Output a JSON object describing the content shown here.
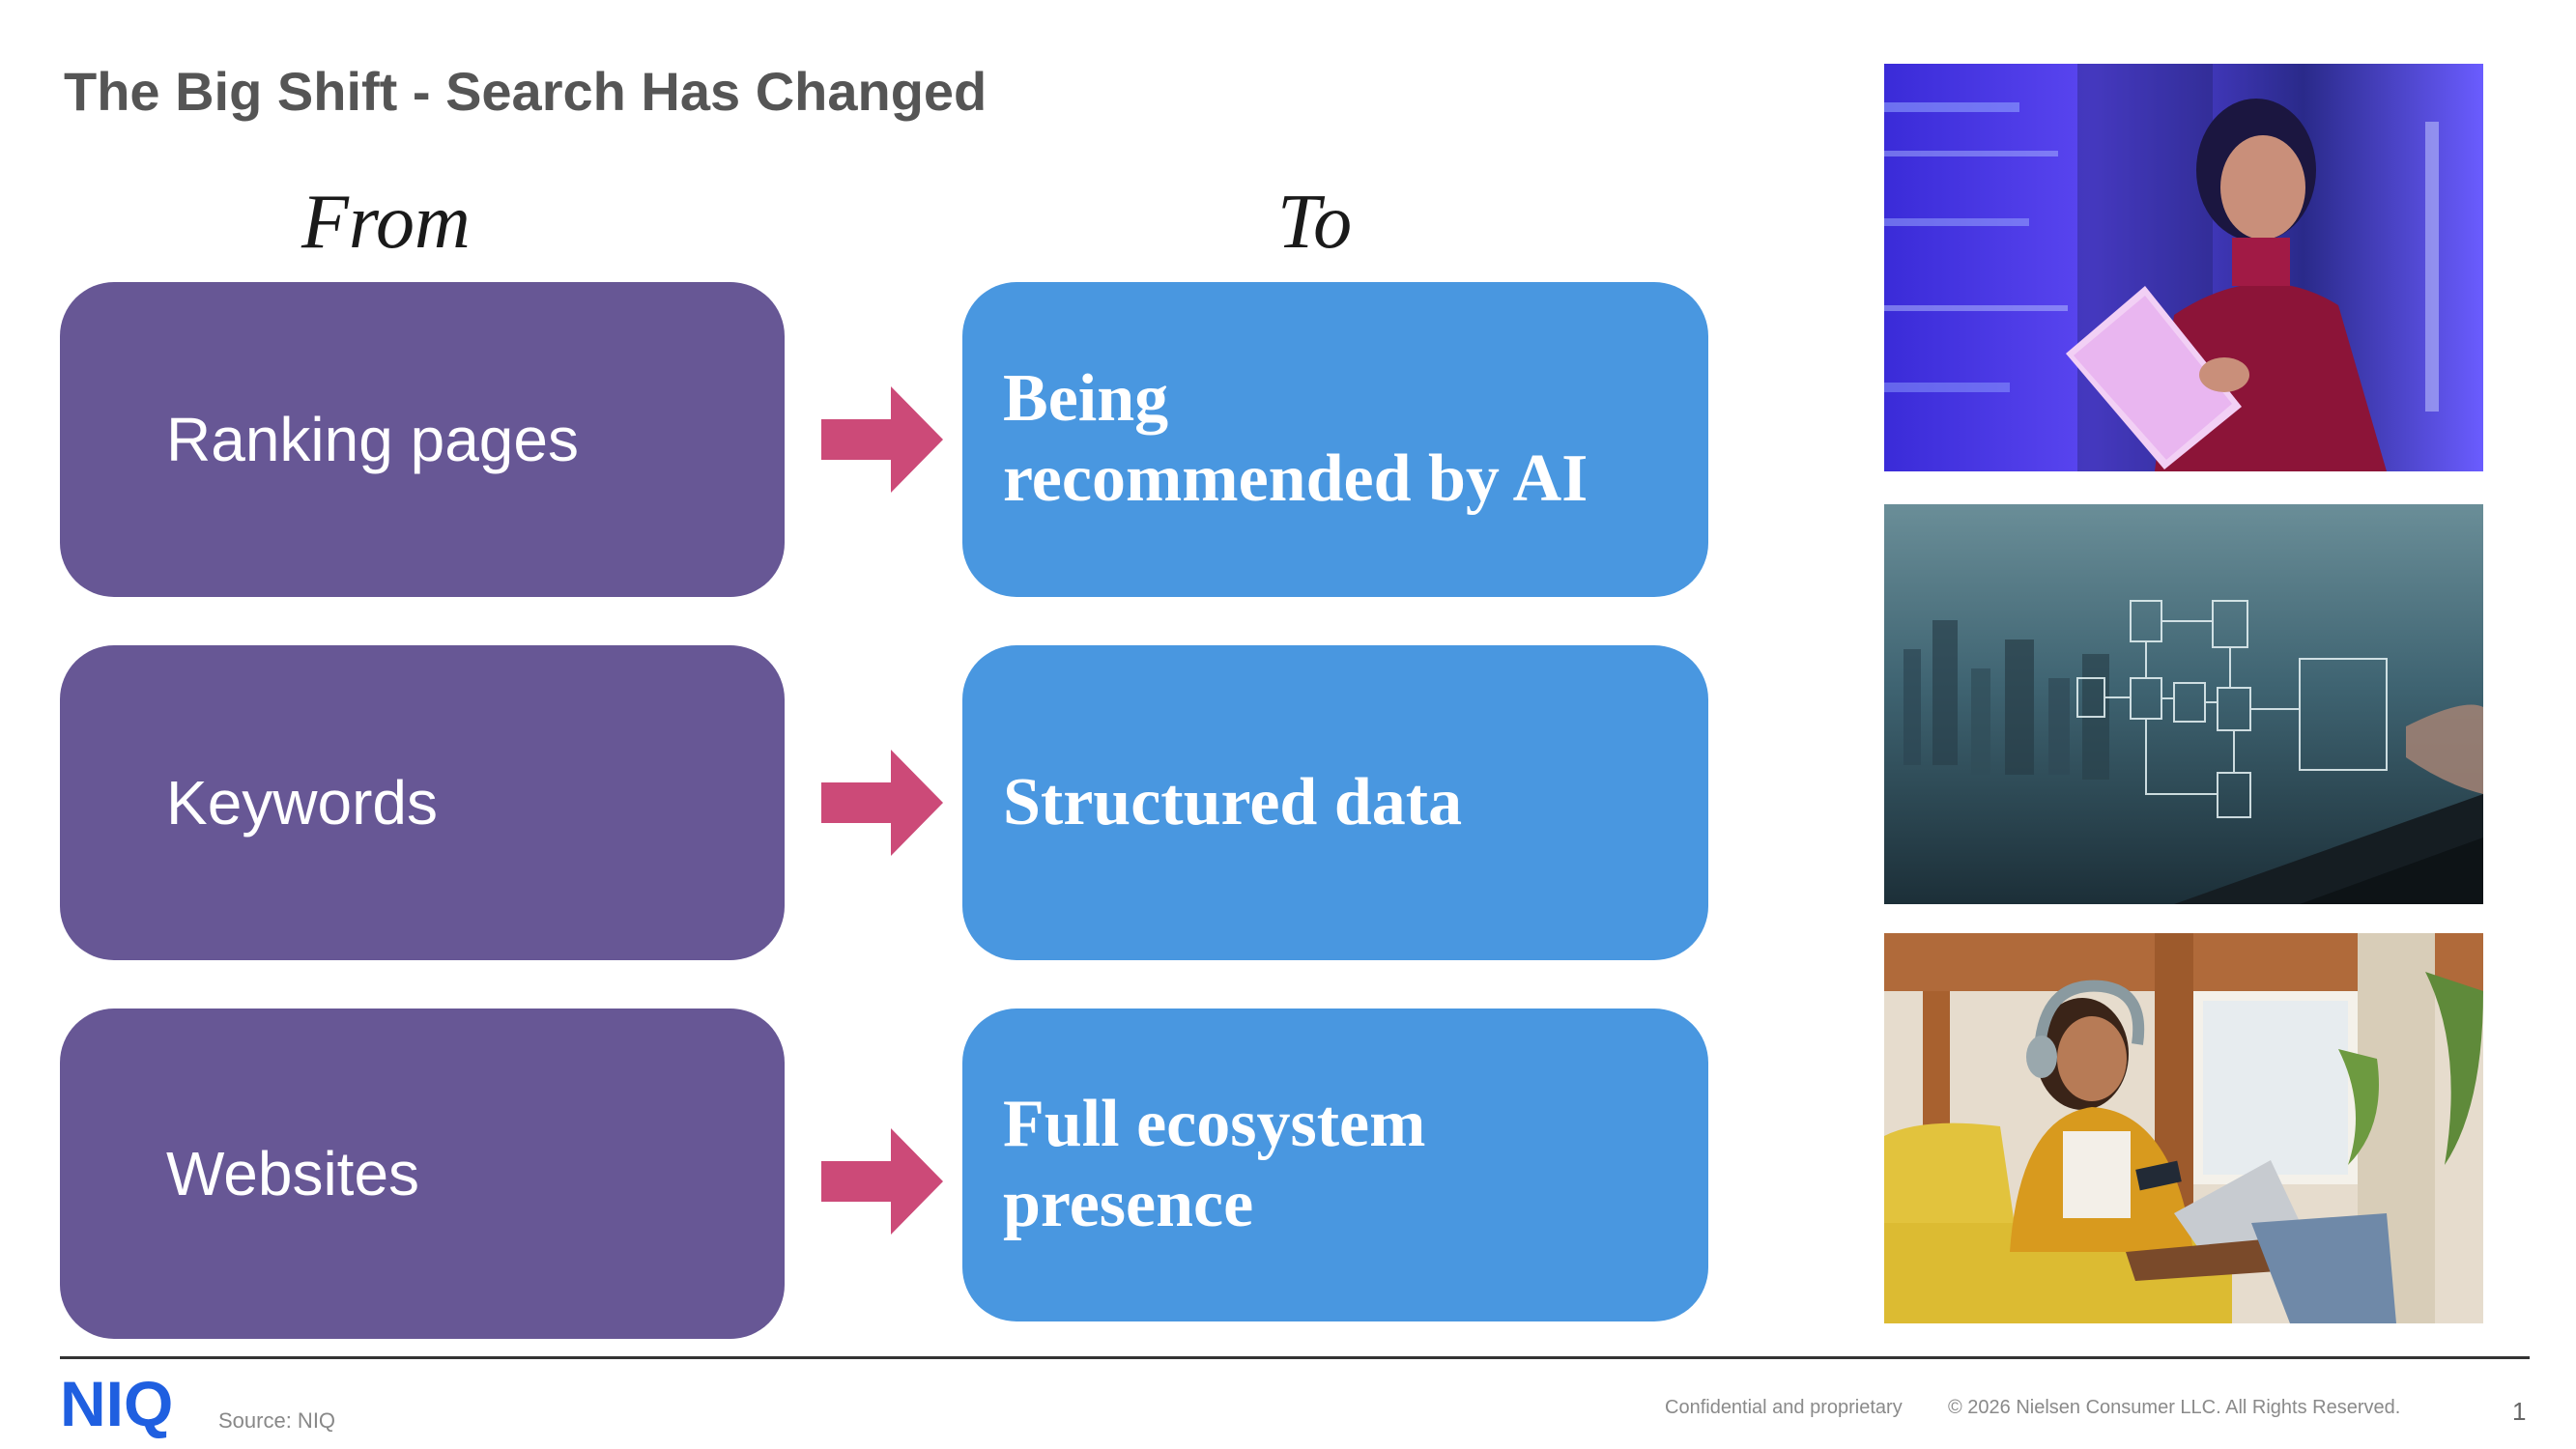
{
  "slide": {
    "title": "The Big Shift - Search Has Changed",
    "from_heading": "From",
    "to_heading": "To",
    "rows": [
      {
        "from": "Ranking pages",
        "to_line1": "Being",
        "to_line2": "recommended by AI"
      },
      {
        "from": "Keywords",
        "to_line1": "Structured data",
        "to_line2": ""
      },
      {
        "from": "Websites",
        "to_line1": "Full ecosystem",
        "to_line2": "presence"
      }
    ]
  },
  "images": [
    {
      "icon": "woman-with-tablet-photo"
    },
    {
      "icon": "network-diagram-laptop-photo"
    },
    {
      "icon": "woman-shopping-online-photo"
    }
  ],
  "footer": {
    "logo_text": "NIQ",
    "source": "Source: NIQ",
    "confidential": "Confidential and proprietary",
    "copyright": "© 2026 Nielsen Consumer LLC. All Rights Reserved.",
    "page_number": "1"
  },
  "colors": {
    "from_box": "#675795",
    "to_box": "#4997e0",
    "arrow": "#cc4a78",
    "logo": "#1f5fe0",
    "title": "#555555"
  }
}
